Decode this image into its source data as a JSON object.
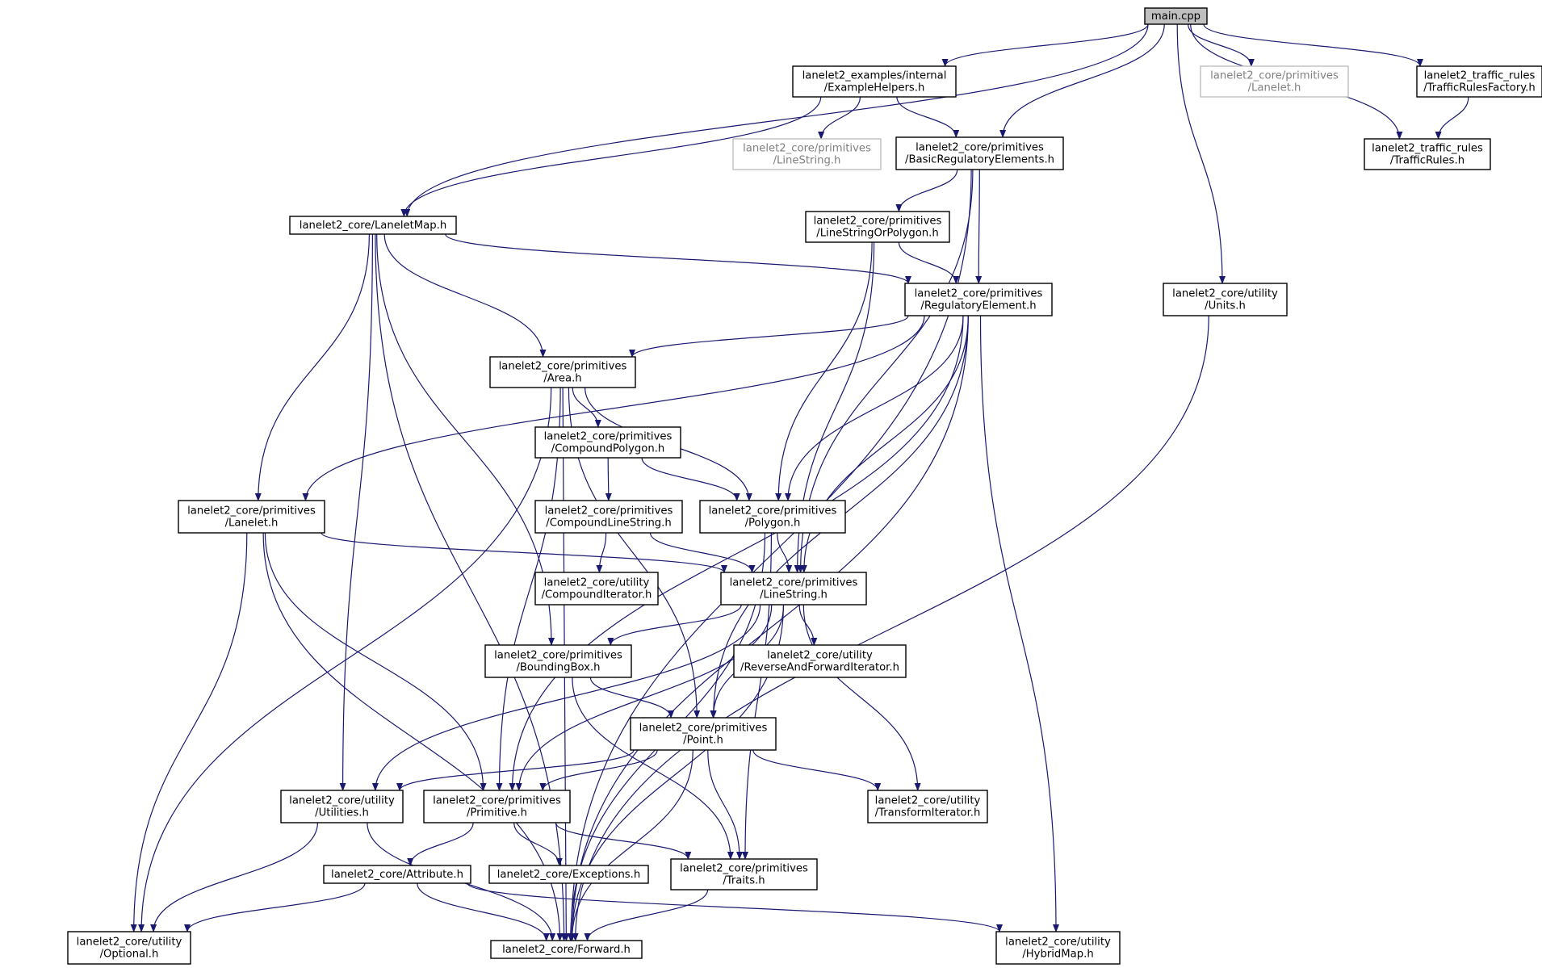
{
  "diagram": {
    "edge_color": "#191970",
    "root_fill": "#bfbfbf",
    "missing_color": "#bfbfbf",
    "nodes": [
      {
        "id": "main",
        "lines": [
          "main.cpp"
        ],
        "root": true
      },
      {
        "id": "exh",
        "lines": [
          "lanelet2_examples/internal",
          "/ExampleHelpers.h"
        ]
      },
      {
        "id": "prim_lanelet_top",
        "lines": [
          "lanelet2_core/primitives",
          "/Lanelet.h"
        ],
        "missing": true
      },
      {
        "id": "trf",
        "lines": [
          "lanelet2_traffic_rules",
          "/TrafficRulesFactory.h"
        ]
      },
      {
        "id": "tr",
        "lines": [
          "lanelet2_traffic_rules",
          "/TrafficRules.h"
        ]
      },
      {
        "id": "ls_missing",
        "lines": [
          "lanelet2_core/primitives",
          "/LineString.h"
        ],
        "missing": true
      },
      {
        "id": "bre",
        "lines": [
          "lanelet2_core/primitives",
          "/BasicRegulatoryElements.h"
        ]
      },
      {
        "id": "lm",
        "lines": [
          "lanelet2_core/LaneletMap.h"
        ]
      },
      {
        "id": "lsop",
        "lines": [
          "lanelet2_core/primitives",
          "/LineStringOrPolygon.h"
        ]
      },
      {
        "id": "re",
        "lines": [
          "lanelet2_core/primitives",
          "/RegulatoryElement.h"
        ]
      },
      {
        "id": "units",
        "lines": [
          "lanelet2_core/utility",
          "/Units.h"
        ]
      },
      {
        "id": "area",
        "lines": [
          "lanelet2_core/primitives",
          "/Area.h"
        ]
      },
      {
        "id": "cpoly",
        "lines": [
          "lanelet2_core/primitives",
          "/CompoundPolygon.h"
        ]
      },
      {
        "id": "lanelet",
        "lines": [
          "lanelet2_core/primitives",
          "/Lanelet.h"
        ]
      },
      {
        "id": "cls",
        "lines": [
          "lanelet2_core/primitives",
          "/CompoundLineString.h"
        ]
      },
      {
        "id": "poly",
        "lines": [
          "lanelet2_core/primitives",
          "/Polygon.h"
        ]
      },
      {
        "id": "citer",
        "lines": [
          "lanelet2_core/utility",
          "/CompoundIterator.h"
        ]
      },
      {
        "id": "ls",
        "lines": [
          "lanelet2_core/primitives",
          "/LineString.h"
        ]
      },
      {
        "id": "bbox",
        "lines": [
          "lanelet2_core/primitives",
          "/BoundingBox.h"
        ]
      },
      {
        "id": "rafi",
        "lines": [
          "lanelet2_core/utility",
          "/ReverseAndForwardIterator.h"
        ]
      },
      {
        "id": "point",
        "lines": [
          "lanelet2_core/primitives",
          "/Point.h"
        ]
      },
      {
        "id": "util",
        "lines": [
          "lanelet2_core/utility",
          "/Utilities.h"
        ]
      },
      {
        "id": "primitive",
        "lines": [
          "lanelet2_core/primitives",
          "/Primitive.h"
        ]
      },
      {
        "id": "titer",
        "lines": [
          "lanelet2_core/utility",
          "/TransformIterator.h"
        ]
      },
      {
        "id": "attr",
        "lines": [
          "lanelet2_core/Attribute.h"
        ]
      },
      {
        "id": "exc",
        "lines": [
          "lanelet2_core/Exceptions.h"
        ]
      },
      {
        "id": "traits",
        "lines": [
          "lanelet2_core/primitives",
          "/Traits.h"
        ]
      },
      {
        "id": "opt",
        "lines": [
          "lanelet2_core/utility",
          "/Optional.h"
        ]
      },
      {
        "id": "fwd",
        "lines": [
          "lanelet2_core/Forward.h"
        ]
      },
      {
        "id": "hmap",
        "lines": [
          "lanelet2_core/utility",
          "/HybridMap.h"
        ]
      }
    ],
    "edges": [
      [
        "main",
        "exh"
      ],
      [
        "main",
        "lm"
      ],
      [
        "main",
        "prim_lanelet_top"
      ],
      [
        "main",
        "bre"
      ],
      [
        "main",
        "units"
      ],
      [
        "main",
        "trf"
      ],
      [
        "main",
        "tr"
      ],
      [
        "trf",
        "tr"
      ],
      [
        "exh",
        "lm"
      ],
      [
        "exh",
        "ls_missing"
      ],
      [
        "exh",
        "bre"
      ],
      [
        "bre",
        "fwd"
      ],
      [
        "bre",
        "lsop"
      ],
      [
        "bre",
        "re"
      ],
      [
        "bre",
        "ls"
      ],
      [
        "lm",
        "re"
      ],
      [
        "lm",
        "area"
      ],
      [
        "lm",
        "lanelet"
      ],
      [
        "lm",
        "bbox"
      ],
      [
        "lm",
        "util"
      ],
      [
        "lm",
        "fwd"
      ],
      [
        "lsop",
        "re"
      ],
      [
        "lsop",
        "poly"
      ],
      [
        "lsop",
        "ls"
      ],
      [
        "re",
        "area"
      ],
      [
        "re",
        "lanelet"
      ],
      [
        "re",
        "primitive"
      ],
      [
        "re",
        "poly"
      ],
      [
        "re",
        "ls"
      ],
      [
        "re",
        "point"
      ],
      [
        "re",
        "fwd"
      ],
      [
        "re",
        "hmap"
      ],
      [
        "units",
        "fwd"
      ],
      [
        "area",
        "cpoly"
      ],
      [
        "area",
        "poly"
      ],
      [
        "area",
        "opt"
      ],
      [
        "area",
        "primitive"
      ],
      [
        "area",
        "point"
      ],
      [
        "area",
        "fwd"
      ],
      [
        "cpoly",
        "cls"
      ],
      [
        "cpoly",
        "poly"
      ],
      [
        "lanelet",
        "ls"
      ],
      [
        "lanelet",
        "opt"
      ],
      [
        "lanelet",
        "fwd"
      ],
      [
        "lanelet",
        "primitive"
      ],
      [
        "cls",
        "citer"
      ],
      [
        "cls",
        "ls"
      ],
      [
        "poly",
        "ls"
      ],
      [
        "poly",
        "fwd"
      ],
      [
        "poly",
        "traits"
      ],
      [
        "ls",
        "bbox"
      ],
      [
        "ls",
        "rafi"
      ],
      [
        "ls",
        "point"
      ],
      [
        "ls",
        "util"
      ],
      [
        "ls",
        "primitive"
      ],
      [
        "ls",
        "titer"
      ],
      [
        "ls",
        "fwd"
      ],
      [
        "bbox",
        "point"
      ],
      [
        "bbox",
        "traits"
      ],
      [
        "point",
        "util"
      ],
      [
        "point",
        "primitive"
      ],
      [
        "point",
        "titer"
      ],
      [
        "point",
        "traits"
      ],
      [
        "point",
        "fwd"
      ],
      [
        "util",
        "opt"
      ],
      [
        "util",
        "fwd"
      ],
      [
        "primitive",
        "attr"
      ],
      [
        "primitive",
        "exc"
      ],
      [
        "primitive",
        "traits"
      ],
      [
        "attr",
        "opt"
      ],
      [
        "attr",
        "fwd"
      ],
      [
        "attr",
        "hmap"
      ],
      [
        "traits",
        "fwd"
      ]
    ]
  }
}
